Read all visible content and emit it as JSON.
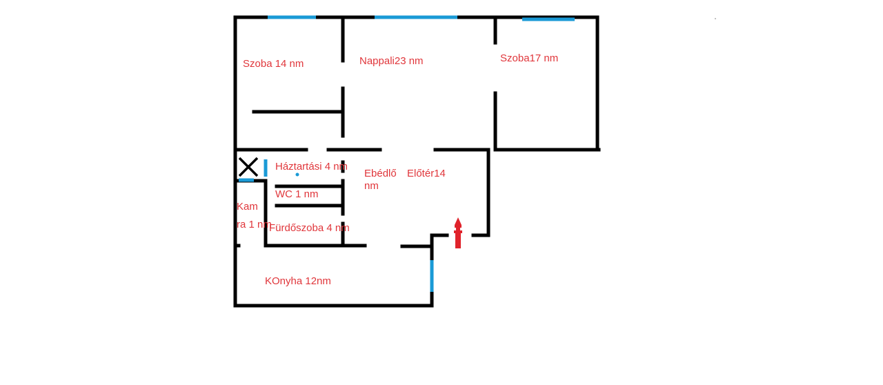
{
  "colors": {
    "wall": "#000000",
    "window": "#1a9ad6",
    "label": "#e0363b",
    "entrance_marker": "#e0232b"
  },
  "rooms": {
    "szoba_14": "Szoba 14 nm",
    "nappali": "Nappali23  nm",
    "szoba_17": "Szoba17  nm",
    "haztartasi": "Háztartási 4 nm",
    "ebedlo_line1": "Ebédlő",
    "ebedlo_line2": "nm",
    "eloter": "Előtér14",
    "wc": "WC 1 nm",
    "kamra_line1": "Kam",
    "kamra_line2": "ra 1 nm",
    "furdoszoba": "Fürdőszoba 4 nm",
    "konyha": "KOnyha 12nm"
  },
  "icons": {
    "chimney": "x-mark-icon",
    "entrance": "entrance-arrow-icon"
  }
}
